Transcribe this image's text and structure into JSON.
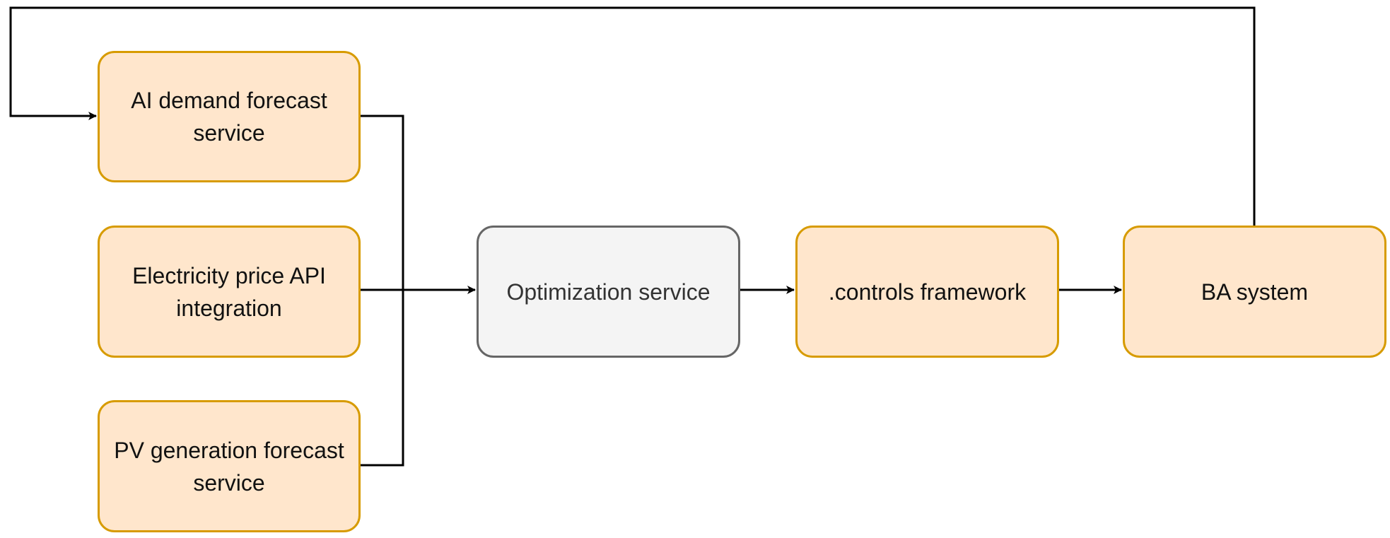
{
  "diagram": {
    "nodes": {
      "ai_demand": {
        "label": "AI demand forecast service"
      },
      "price_api": {
        "label": "Electricity price API integration"
      },
      "pv_forecast": {
        "label": "PV generation forecast service"
      },
      "optimization": {
        "label": "Optimization service"
      },
      "controls": {
        "label": ".controls framework"
      },
      "ba_system": {
        "label": "BA system"
      }
    },
    "edges": [
      {
        "from": "ai_demand",
        "to": "optimization"
      },
      {
        "from": "price_api",
        "to": "optimization"
      },
      {
        "from": "pv_forecast",
        "to": "optimization"
      },
      {
        "from": "optimization",
        "to": "controls"
      },
      {
        "from": "controls",
        "to": "ba_system"
      },
      {
        "from": "ba_system",
        "to": "ai_demand"
      }
    ],
    "colors": {
      "node_fill": "#ffe6cc",
      "node_stroke": "#d79b00",
      "center_fill": "#f4f4f4",
      "center_stroke": "#666666",
      "connector": "#000000"
    }
  }
}
